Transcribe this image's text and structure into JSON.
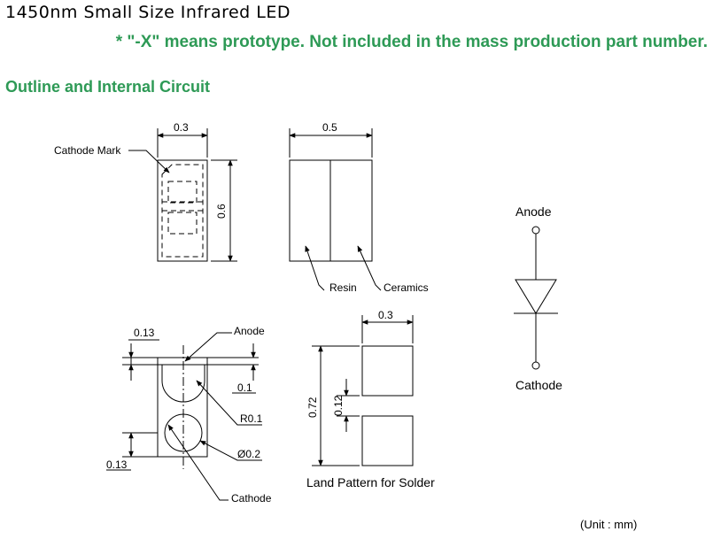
{
  "header": {
    "title": "1450nm Small Size Infrared LED",
    "note": "* \"-X\" means prototype. Not included in the mass production part number."
  },
  "section": {
    "title": "Outline and Internal Circuit"
  },
  "top_view": {
    "width_dim": "0.3",
    "height_dim": "0.6",
    "cathode_mark_label": "Cathode Mark"
  },
  "side_view": {
    "width_dim": "0.5",
    "resin_label": "Resin",
    "ceramics_label": "Ceramics"
  },
  "bottom_view": {
    "offset_top_dim": "0.13",
    "offset_bottom_dim": "0.13",
    "pad_gap_dim": "0.1",
    "radius_label": "R0.1",
    "diameter_label": "Ø0.2",
    "anode_label": "Anode",
    "cathode_label": "Cathode"
  },
  "land_pattern": {
    "width_dim": "0.3",
    "total_height_dim": "0.72",
    "gap_dim": "0.12",
    "caption": "Land Pattern for Solder"
  },
  "circuit": {
    "anode_label": "Anode",
    "cathode_label": "Cathode"
  },
  "unit_note": "(Unit : mm)"
}
